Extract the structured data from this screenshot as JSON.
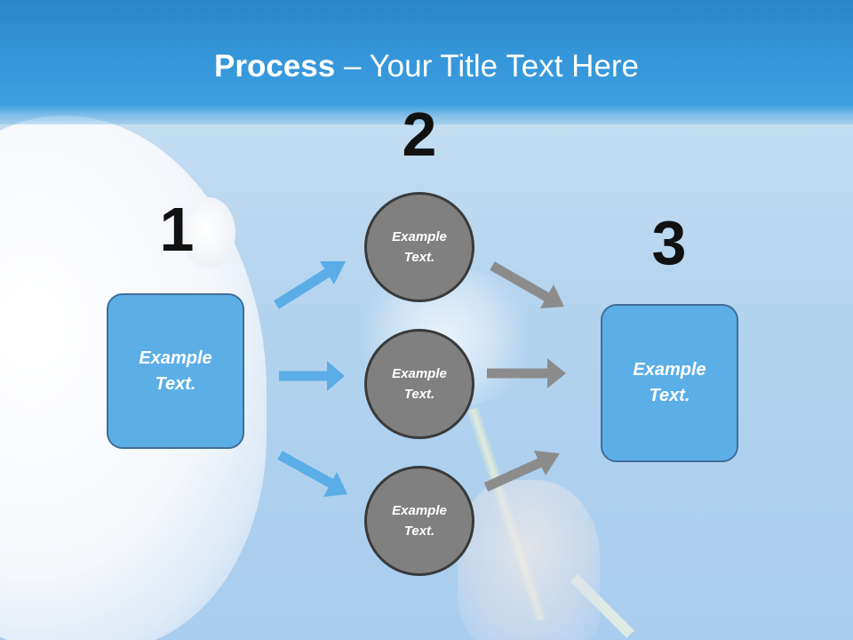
{
  "slide": {
    "title_bold": "Process",
    "title_rest": " – Your Title Text Here"
  },
  "steps": {
    "one": "1",
    "two": "2",
    "three": "3"
  },
  "nodes": {
    "left_box": "Example Text.",
    "circle_top": "Example Text.",
    "circle_middle": "Example Text.",
    "circle_bottom": "Example Text.",
    "right_box": "Example Text."
  },
  "colors": {
    "title_band": "#3495d8",
    "box_fill": "#5caee7",
    "box_border": "#3f6e97",
    "circle_fill": "#808080",
    "circle_border": "#3a3a3a",
    "blue_arrow": "#5aade6",
    "gray_arrow": "#8c8c8c"
  }
}
